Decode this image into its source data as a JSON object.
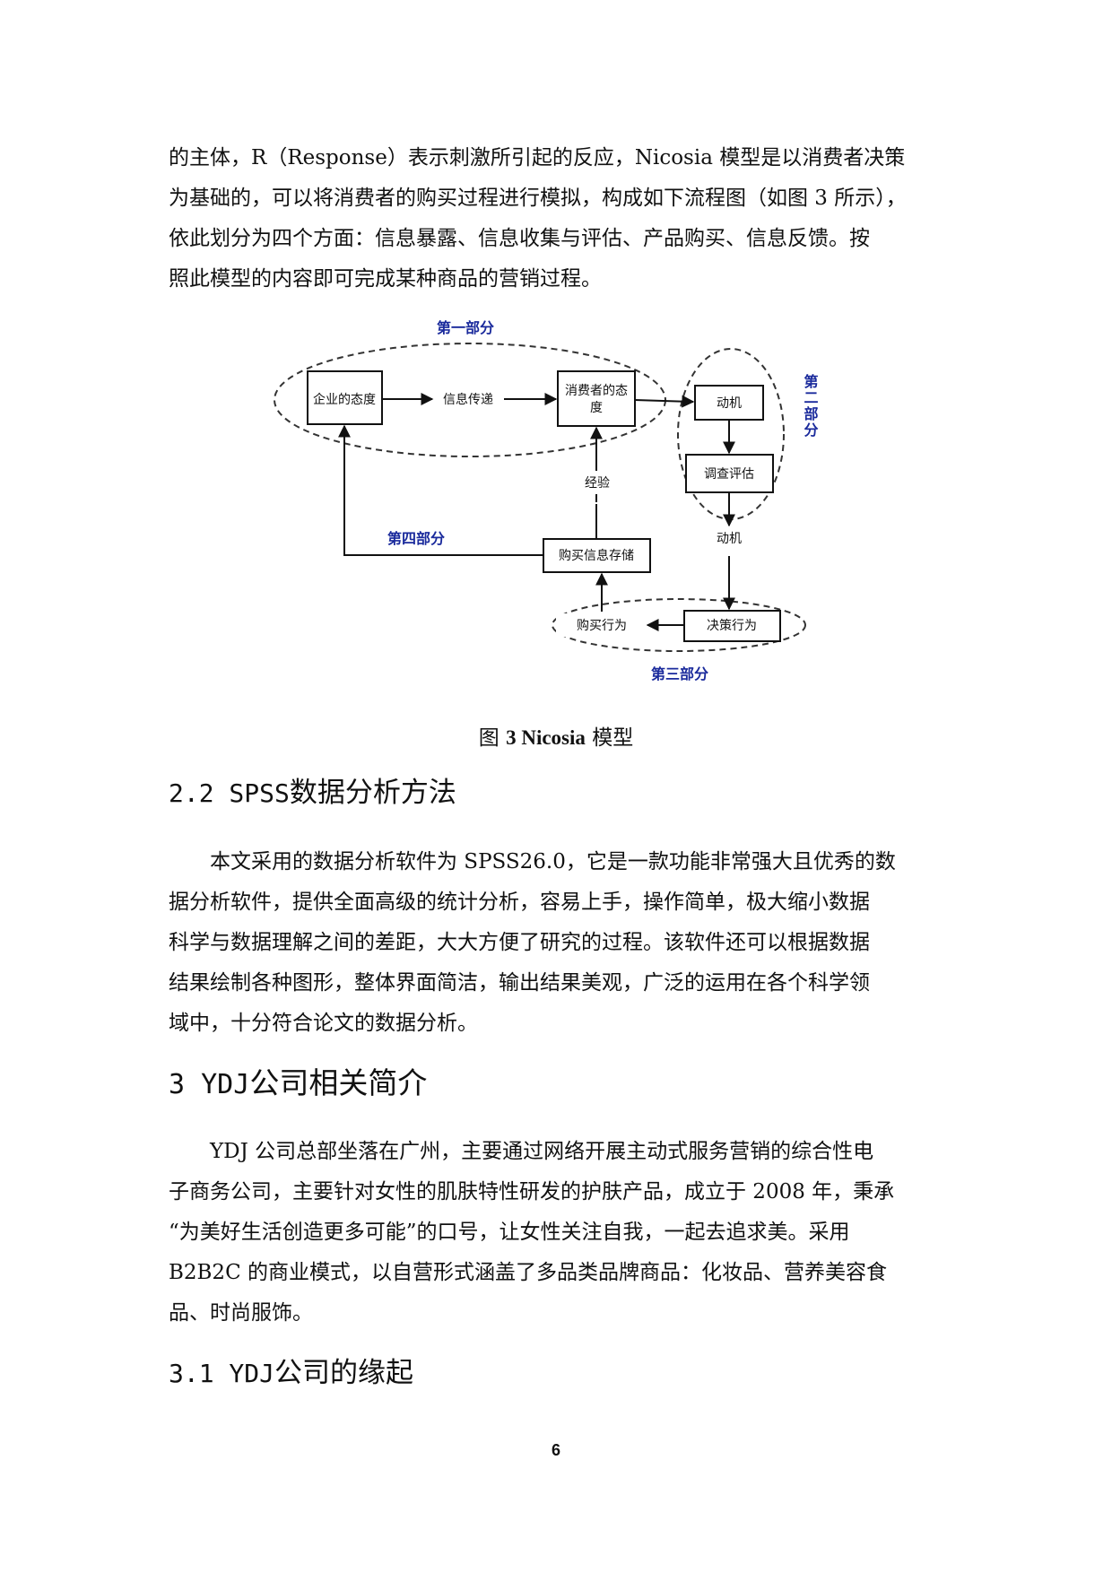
{
  "intro_paragraph": [
    "的主体，R（Response）表示刺激所引起的反应，Nicosia 模型是以消费者决策",
    "为基础的，可以将消费者的购买过程进行模拟，构成如下流程图（如图 3 所示），",
    "依此划分为四个方面：信息暴露、信息收集与评估、产品购买、信息反馈。按",
    "照此模型的内容即可完成某种商品的营销过程。"
  ],
  "figure": {
    "part1": "第一部分",
    "part2": "第二部分",
    "part3": "第三部分",
    "part4": "第四部分",
    "box_enterprise_attitude": "企业的态度",
    "label_info_transfer": "信息传递",
    "box_consumer_attitude_line1": "消费者的态",
    "box_consumer_attitude_line2": "度",
    "box_motivation": "动机",
    "box_investigation": "调查评估",
    "label_motivation2": "动机",
    "label_experience": "经验",
    "box_purchase_storage": "购买信息存储",
    "label_purchase_behavior": "购买行为",
    "box_decision_behavior": "决策行为",
    "colors": {
      "part_label": "#1a2a9c",
      "line": "#111111"
    }
  },
  "caption": {
    "prefix": "图 ",
    "number": "3 Nicosia",
    "suffix": " 模型"
  },
  "section_2_2": {
    "number": "2.2 SPSS",
    "title": "数据分析方法"
  },
  "spss_paragraph": [
    "本文采用的数据分析软件为 SPSS26.0，它是一款功能非常强大且优秀的数",
    "据分析软件，提供全面高级的统计分析，容易上手，操作简单，极大缩小数据",
    "科学与数据理解之间的差距，大大方便了研究的过程。该软件还可以根据数据",
    "结果绘制各种图形，整体界面简洁，输出结果美观，广泛的运用在各个科学领",
    "域中，十分符合论文的数据分析。"
  ],
  "section_3": {
    "number": "3 YDJ",
    "title": "公司相关简介"
  },
  "ydj_paragraph": [
    "YDJ 公司总部坐落在广州，主要通过网络开展主动式服务营销的综合性电",
    "子商务公司，主要针对女性的肌肤特性研发的护肤产品，成立于 2008 年，秉承",
    "“为美好生活创造更多可能”的口号，让女性关注自我，一起去追求美。采用",
    "B2B2C 的商业模式，以自营形式涵盖了多品类品牌商品：化妆品、营养美容食",
    "品、时尚服饰。"
  ],
  "section_3_1": {
    "number": "3.1 YDJ",
    "title": "公司的缘起"
  },
  "page_number": "6"
}
